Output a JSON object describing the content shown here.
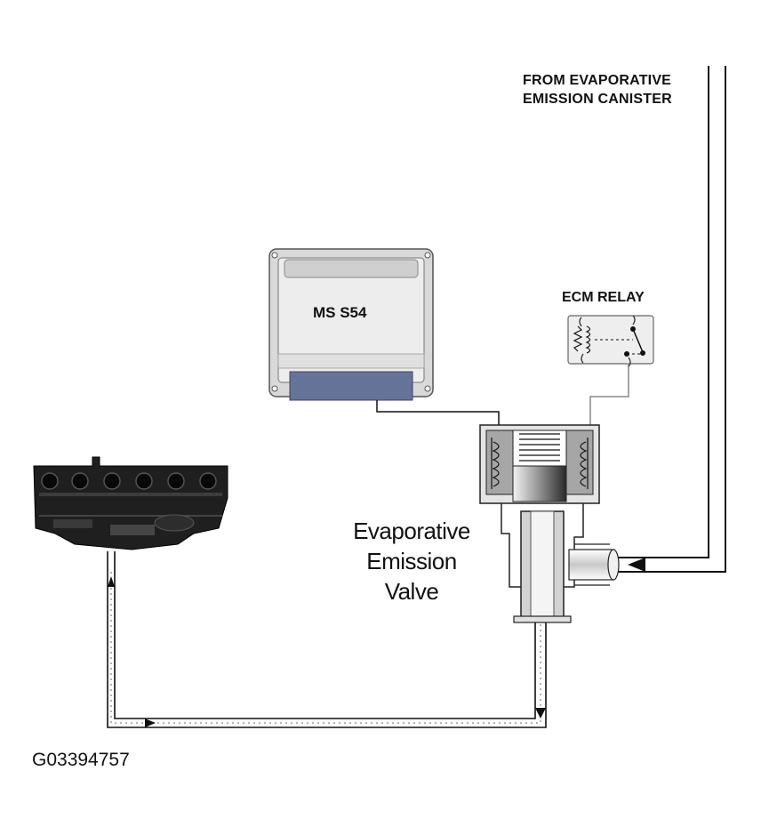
{
  "labels": {
    "canister_line1": "FROM EVAPORATIVE",
    "canister_line2": "EMISSION CANISTER",
    "ecm": "MS S54",
    "relay": "ECM RELAY",
    "valve_line1": "Evaporative",
    "valve_line2": "Emission",
    "valve_line3": "Valve",
    "figure_id": "G03394757"
  },
  "colors": {
    "ecm_connector": "#667399",
    "ecm_body": "#e6e6e6",
    "line": "#111111"
  }
}
